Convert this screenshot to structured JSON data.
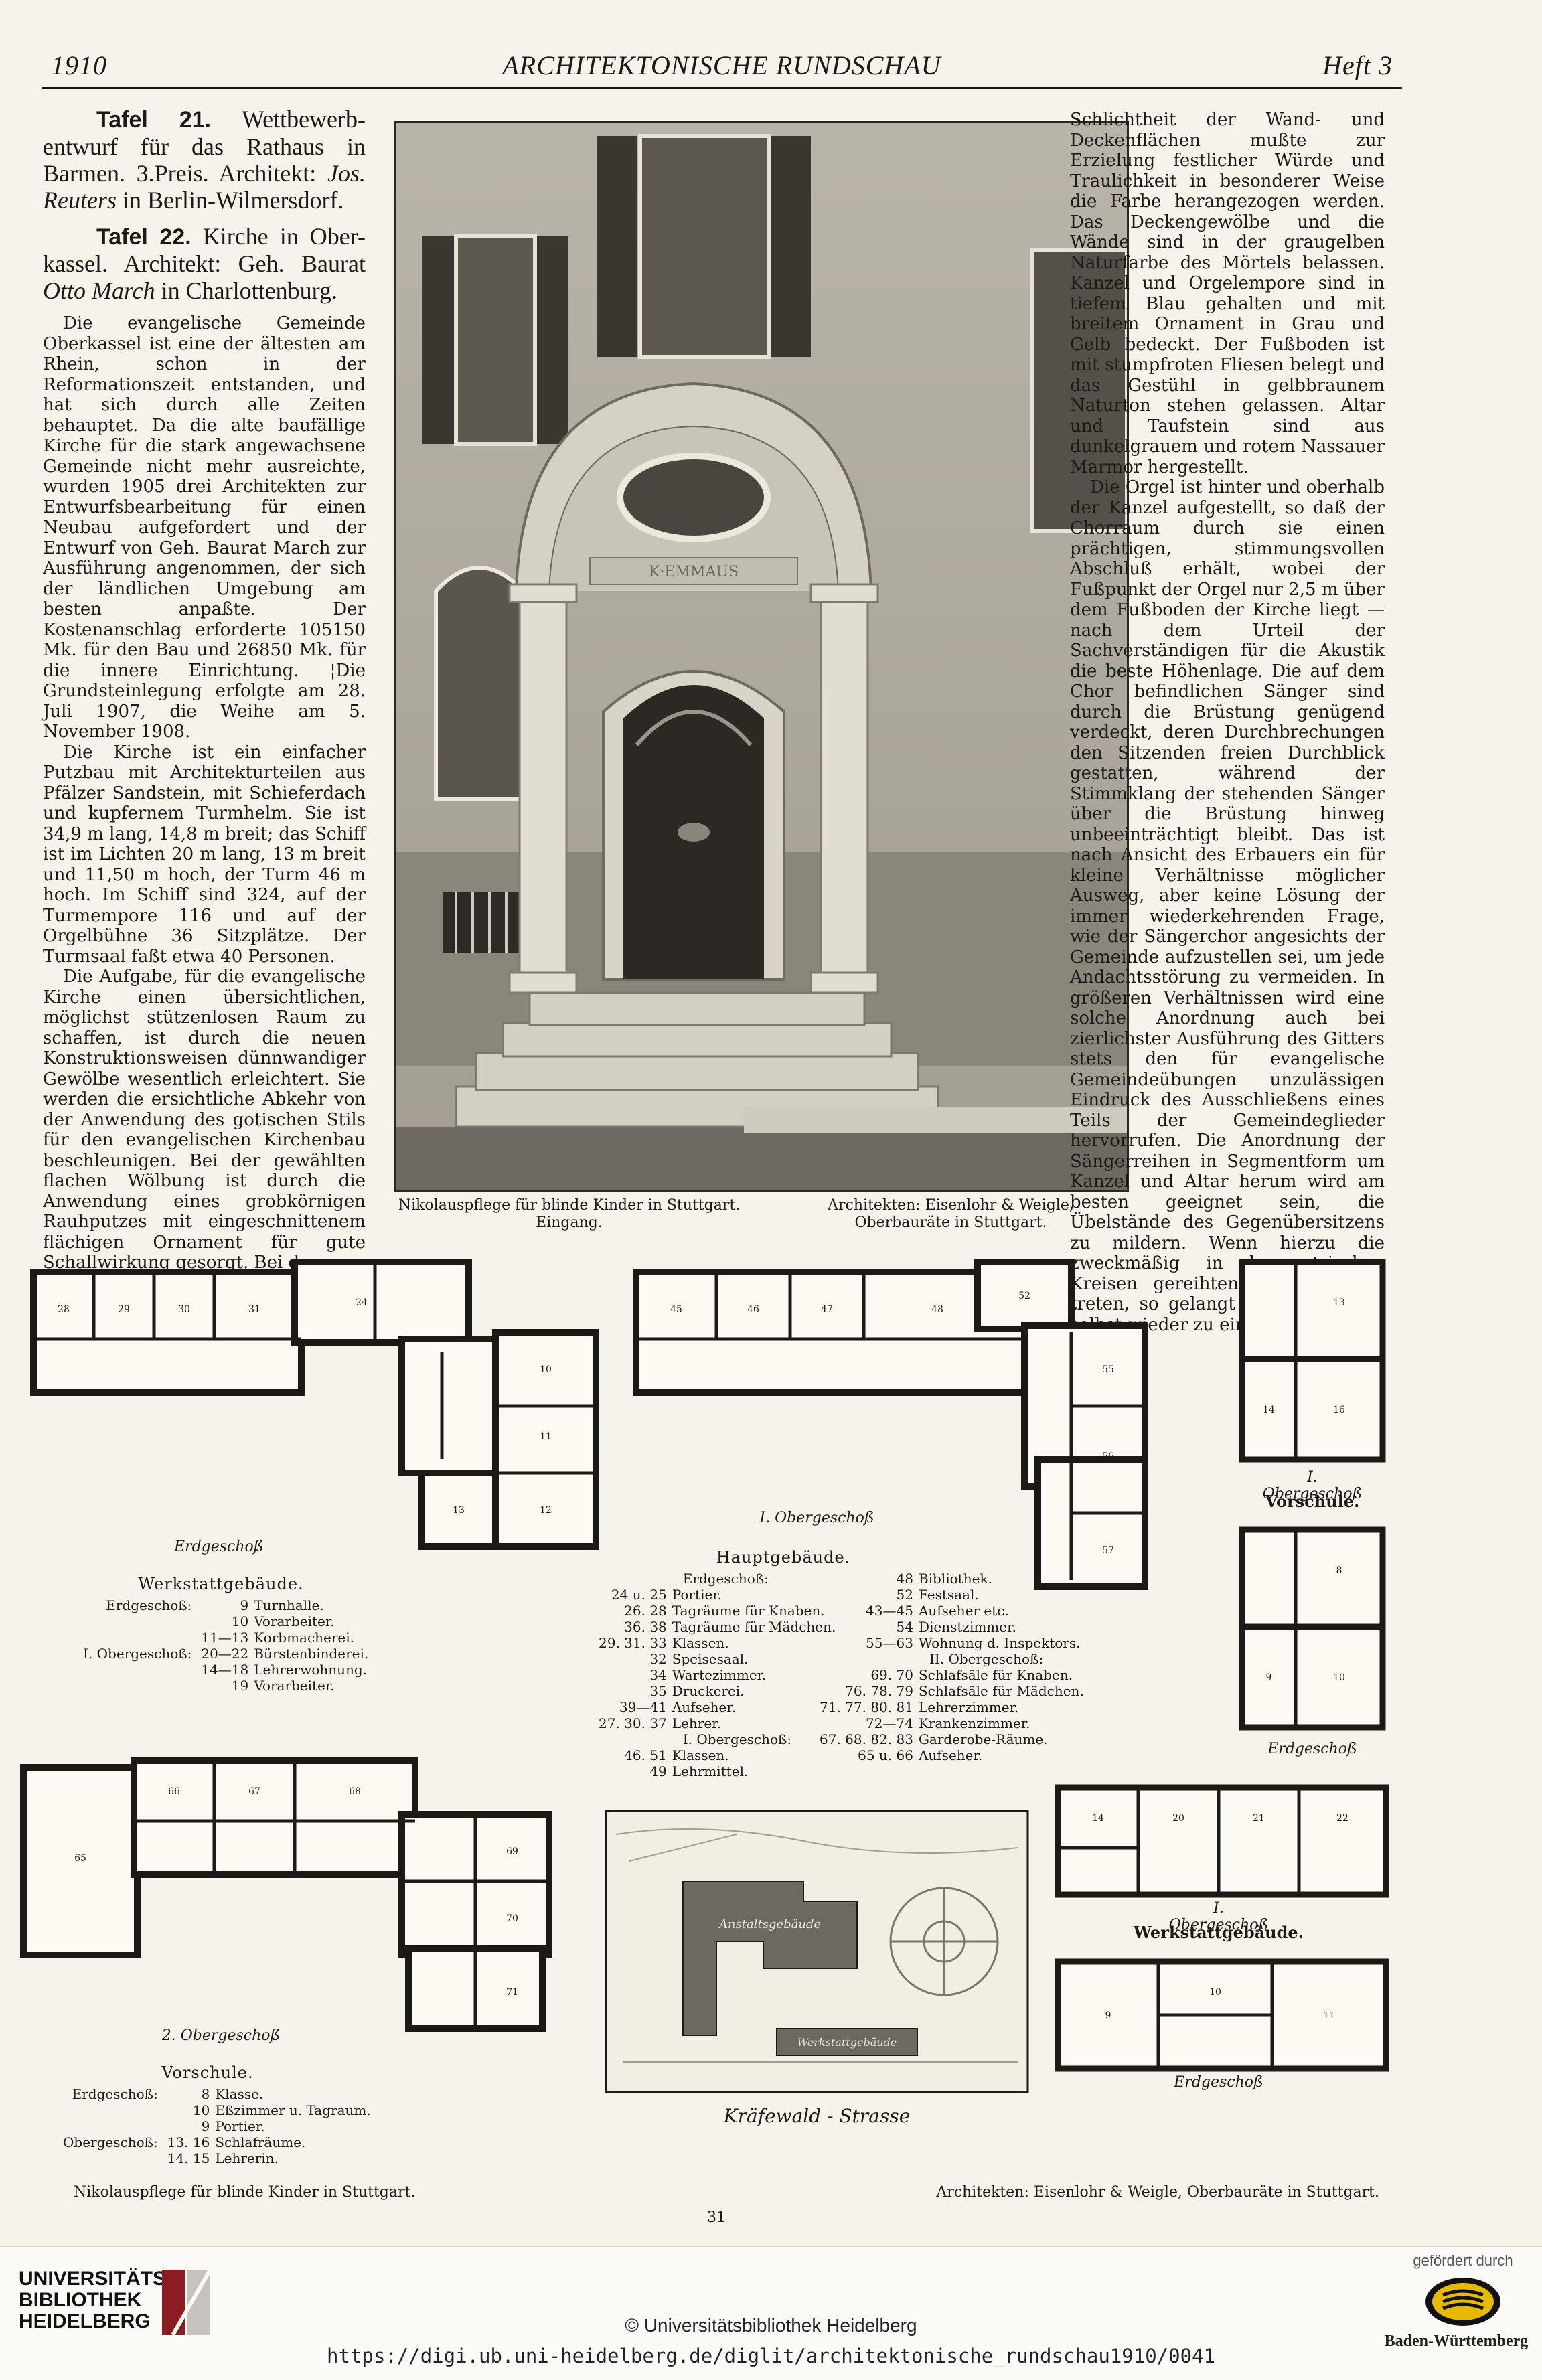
{
  "header": {
    "year": "1910",
    "journal": "ARCHITEKTONISCHE RUNDSCHAU",
    "issue": "Heft 3"
  },
  "left_column": {
    "tafel21_label": "Tafel 21.",
    "tafel21_text": "Wettbewerb-entwurf für das Rathaus in Barmen. 3.Preis. Architekt:",
    "tafel21_name": "Jos. Reuters",
    "tafel21_place": "in Berlin-Wilmersdorf.",
    "tafel22_label": "Tafel 22.",
    "tafel22_text": "Kirche in Ober-kassel. Architekt: Geh. Baurat",
    "tafel22_name": "Otto March",
    "tafel22_place": "in Charlottenburg.",
    "p1": "Die evangelische Gemeinde Oberkassel ist eine der ältesten am Rhein, schon in der Reformationszeit entstanden, und hat sich durch alle Zeiten behauptet. Da die alte baufällige Kirche für die stark angewachsene Gemeinde nicht mehr ausreichte, wurden 1905 drei Architekten zur Entwurfsbearbeitung für einen Neubau aufgefordert und der Entwurf von Geh. Baurat March zur Ausführung angenommen, der sich der ländlichen Umgebung am besten anpaßte. Der Kostenanschlag erforderte 105150 Mk. für den Bau und 26850 Mk. für die innere Einrichtung. ¦Die Grundsteinlegung erfolgte am 28. Juli 1907, die Weihe am 5. November 1908.",
    "p2": "Die Kirche ist ein einfacher Putzbau mit Architekturteilen aus Pfälzer Sandstein, mit Schieferdach und kupfernem Turmhelm. Sie ist 34,9 m lang, 14,8 m breit; das Schiff ist im Lichten 20 m lang, 13 m breit und 11,50 m hoch, der Turm 46 m hoch. Im Schiff sind 324, auf der Turmempore 116 und auf der Orgelbühne 36 Sitzplätze. Der Turmsaal faßt etwa 40 Personen.",
    "p3": "Die Aufgabe, für die evangelische Kirche einen übersichtlichen, möglichst stützenlosen Raum zu schaffen, ist durch die neuen Konstruktionsweisen dünnwandiger Gewölbe wesentlich erleichtert. Sie werden die ersichtliche Abkehr von der Anwendung des gotischen Stils für den evangelischen Kirchenbau beschleunigen. Bei der gewählten flachen Wölbung ist durch die Anwendung eines grobkörnigen Rauhputzes mit eingeschnittenem flächigen Ornament für gute Schallwirkung gesorgt. Bei der"
  },
  "right_column": {
    "p1": "Schlichtheit der Wand- und Deckenflächen mußte zur Erzielung festlicher Würde und Traulichkeit in besonderer Weise die Farbe herangezogen werden. Das Deckengewölbe und die Wände sind in der graugelben Naturfarbe des Mörtels belassen. Kanzel und Orgelempore sind in tiefem Blau gehalten und mit breitem Ornament in Grau und Gelb bedeckt. Der Fußboden ist mit stumpfroten Fliesen belegt und das Gestühl in gelbbraunem Naturton stehen gelassen. Altar und Taufstein sind aus dunkelgrauem und rotem Nassauer Marmor hergestellt.",
    "p2": "Die Orgel ist hinter und oberhalb der Kanzel aufgestellt, so daß der Chorraum durch sie einen prächtigen, stimmungsvollen Abschluß erhält, wobei der Fußpunkt der Orgel nur 2,5 m über dem Fußboden der Kirche liegt — nach dem Urteil der Sachverständigen für die Akustik die beste Höhenlage. Die auf dem Chor befindlichen Sänger sind durch die Brüstung genügend verdeckt, deren Durchbrechungen den Sitzenden freien Durchblick gestatten, während der Stimmklang der stehenden Sänger über die Brüstung hinweg unbeeinträchtigt bleibt. Das ist nach Ansicht des Erbauers ein für kleine Verhältnisse möglicher Ausweg, aber keine Lösung der immer wiederkehrenden Frage, wie der Sängerchor angesichts der Gemeinde aufzustellen sei, um jede Andachtsstörung zu vermeiden. In größeren Verhältnissen wird eine solche Anordnung auch bei zierlichster Ausführung des Gitters stets den für evangelische Gemeindeübungen unzulässigen Eindruck des Ausschließens eines Teils der Gemeindeglieder hervorrufen. Die Anordnung der Sängerreihen in Segmentform um Kanzel und Altar herum wird am besten geeignet sein, die Übelstände des Gegenübersitzens zu mildern. Wenn hierzu die zweckmäßig in konzentrischen Kreisen gereihten Gemeindesitze treten, so gelangt man damit von selbst wieder zu einer"
  },
  "photo": {
    "inscription": "K·EMMAUS",
    "caption_left_1": "Nikolauspflege für blinde Kinder in Stuttgart.",
    "caption_left_2": "Eingang.",
    "caption_right_1": "Architekten: Eisenlohr & Weigle,",
    "caption_right_2": "Oberbauräte in Stuttgart."
  },
  "plans": {
    "werkstatt_eg_label": "Erdgeschoß",
    "werkstatt_title": "Werkstattgebäude.",
    "werkstatt_legend": [
      [
        "Erdgeschoß:",
        "9",
        "Turnhalle."
      ],
      [
        "",
        "10",
        "Vorarbeiter."
      ],
      [
        "",
        "11—13",
        "Korbmacherei."
      ],
      [
        "I. Obergeschoß:",
        "20—22",
        "Bürstenbinderei."
      ],
      [
        "",
        "14—18",
        "Lehrerwohnung."
      ],
      [
        "",
        "19",
        "Vorarbeiter."
      ]
    ],
    "haupt_og_label": "I. Obergeschoß",
    "haupt_title": "Hauptgebäude.",
    "haupt_legend_left": [
      [
        "",
        "Erdgeschoß:"
      ],
      [
        "24 u. 25",
        "Portier."
      ],
      [
        "26. 28",
        "Tagräume für Knaben."
      ],
      [
        "36. 38",
        "Tagräume für Mädchen."
      ],
      [
        "29. 31. 33",
        "Klassen."
      ],
      [
        "32",
        "Speisesaal."
      ],
      [
        "34",
        "Wartezimmer."
      ],
      [
        "35",
        "Druckerei."
      ],
      [
        "39—41",
        "Aufseher."
      ],
      [
        "27. 30. 37",
        "Lehrer."
      ],
      [
        "",
        "I. Obergeschoß:"
      ],
      [
        "46. 51",
        "Klassen."
      ],
      [
        "49",
        "Lehrmittel."
      ]
    ],
    "haupt_legend_right": [
      [
        "48",
        "Bibliothek."
      ],
      [
        "52",
        "Festsaal."
      ],
      [
        "43—45",
        "Aufseher etc."
      ],
      [
        "54",
        "Dienstzimmer."
      ],
      [
        "55—63",
        "Wohnung d. Inspektors."
      ],
      [
        "",
        "II. Obergeschoß:"
      ],
      [
        "69. 70",
        "Schlafsäle für Knaben."
      ],
      [
        "76. 78. 79",
        "Schlafsäle für Mädchen."
      ],
      [
        "71. 77. 80. 81",
        "Lehrerzimmer."
      ],
      [
        "72—74",
        "Krankenzimmer."
      ],
      [
        "67. 68. 82. 83",
        "Garderobe-Räume."
      ],
      [
        "65 u. 66",
        "Aufseher."
      ]
    ],
    "vorschule_og_label": "I. Obergeschoß",
    "vorschule_title_right": "Vorschule.",
    "vorschule_eg_label": "Erdgeschoß",
    "werkstatt_og1_label": "I. Obergeschoß",
    "werkstatt_title_right": "Werkstattgebäude.",
    "werkstatt_eg2_label": "Erdgeschoß",
    "vorschule_og2_label": "2. Obergeschoß",
    "vorschule_title": "Vorschule.",
    "vorschule_legend": [
      [
        "Erdgeschoß:",
        "8",
        "Klasse."
      ],
      [
        "",
        "10",
        "Eßzimmer u. Tagraum."
      ],
      [
        "",
        "9",
        "Portier."
      ],
      [
        "Obergeschoß:",
        "13. 16",
        "Schlafräume."
      ],
      [
        "",
        "14. 15",
        "Lehrerin."
      ]
    ],
    "site_building_a": "Anstaltsgebäude",
    "site_building_b": "Werkstattgebäude",
    "site_street": "Kräfewald - Strasse",
    "caption_left": "Nikolauspflege für blinde Kinder in Stuttgart.",
    "caption_right": "Architekten: Eisenlohr & Weigle, Oberbauräte in Stuttgart.",
    "page_number": "31"
  },
  "footer": {
    "library_line1": "UNIVERSITÄTS-",
    "library_line2": "BIBLIOTHEK",
    "library_line3": "HEIDELBERG",
    "sponsor_label": "gefördert durch",
    "sponsor_name": "Baden-Württemberg",
    "copyright": "© Universitätsbibliothek Heidelberg",
    "url": "https://digi.ub.uni-heidelberg.de/diglit/architektonische_rundschau1910/0041"
  }
}
